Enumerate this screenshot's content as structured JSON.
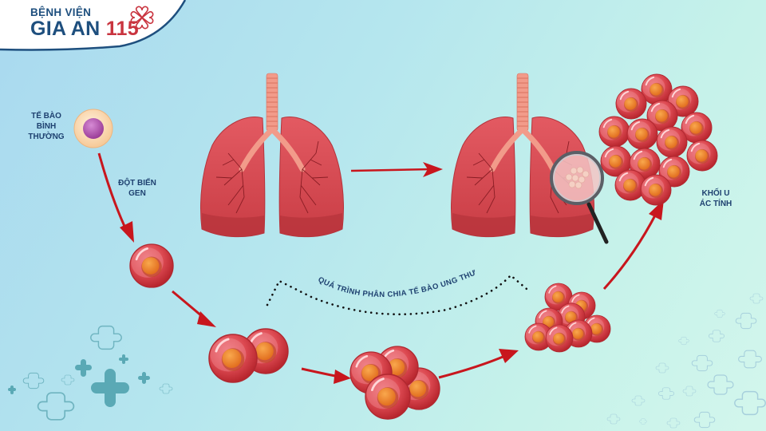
{
  "logo": {
    "line1": "BỆNH VIỆN",
    "line2_text": "GIA AN",
    "line2_number": "115",
    "brand_blue": "#1e4f7e",
    "brand_red": "#c9343f"
  },
  "labels": {
    "normal_cell": [
      "TẾ BÀO",
      "BÌNH",
      "THƯỜNG"
    ],
    "mutation": [
      "ĐỘT BIẾN",
      "GEN"
    ],
    "malignant_tumor": [
      "KHỐI U",
      "ÁC TÍNH"
    ],
    "division_process": "QUÁ TRÌNH PHÂN CHIA TẾ BÀO UNG THƯ"
  },
  "stages": [
    {
      "name": "normal-cell",
      "cells": 1
    },
    {
      "name": "mutated-cell",
      "cells": 1
    },
    {
      "name": "dividing-cell",
      "cells": 2
    },
    {
      "name": "cell-cluster-small",
      "cells": 4
    },
    {
      "name": "cell-cluster-medium",
      "cells": 9
    },
    {
      "name": "malignant-tumor",
      "cells": 16
    }
  ],
  "illustrations": {
    "healthy_lungs": "lungs-icon",
    "diseased_lungs": "lungs-with-magnifier-icon"
  },
  "colors": {
    "arrow": "#c8161d",
    "cell_body": "#d9434a",
    "cell_nucleus": "#f08a2e",
    "lung": "#d9474f",
    "text": "#1e4170",
    "decor_cross": "#5aa9b5"
  }
}
